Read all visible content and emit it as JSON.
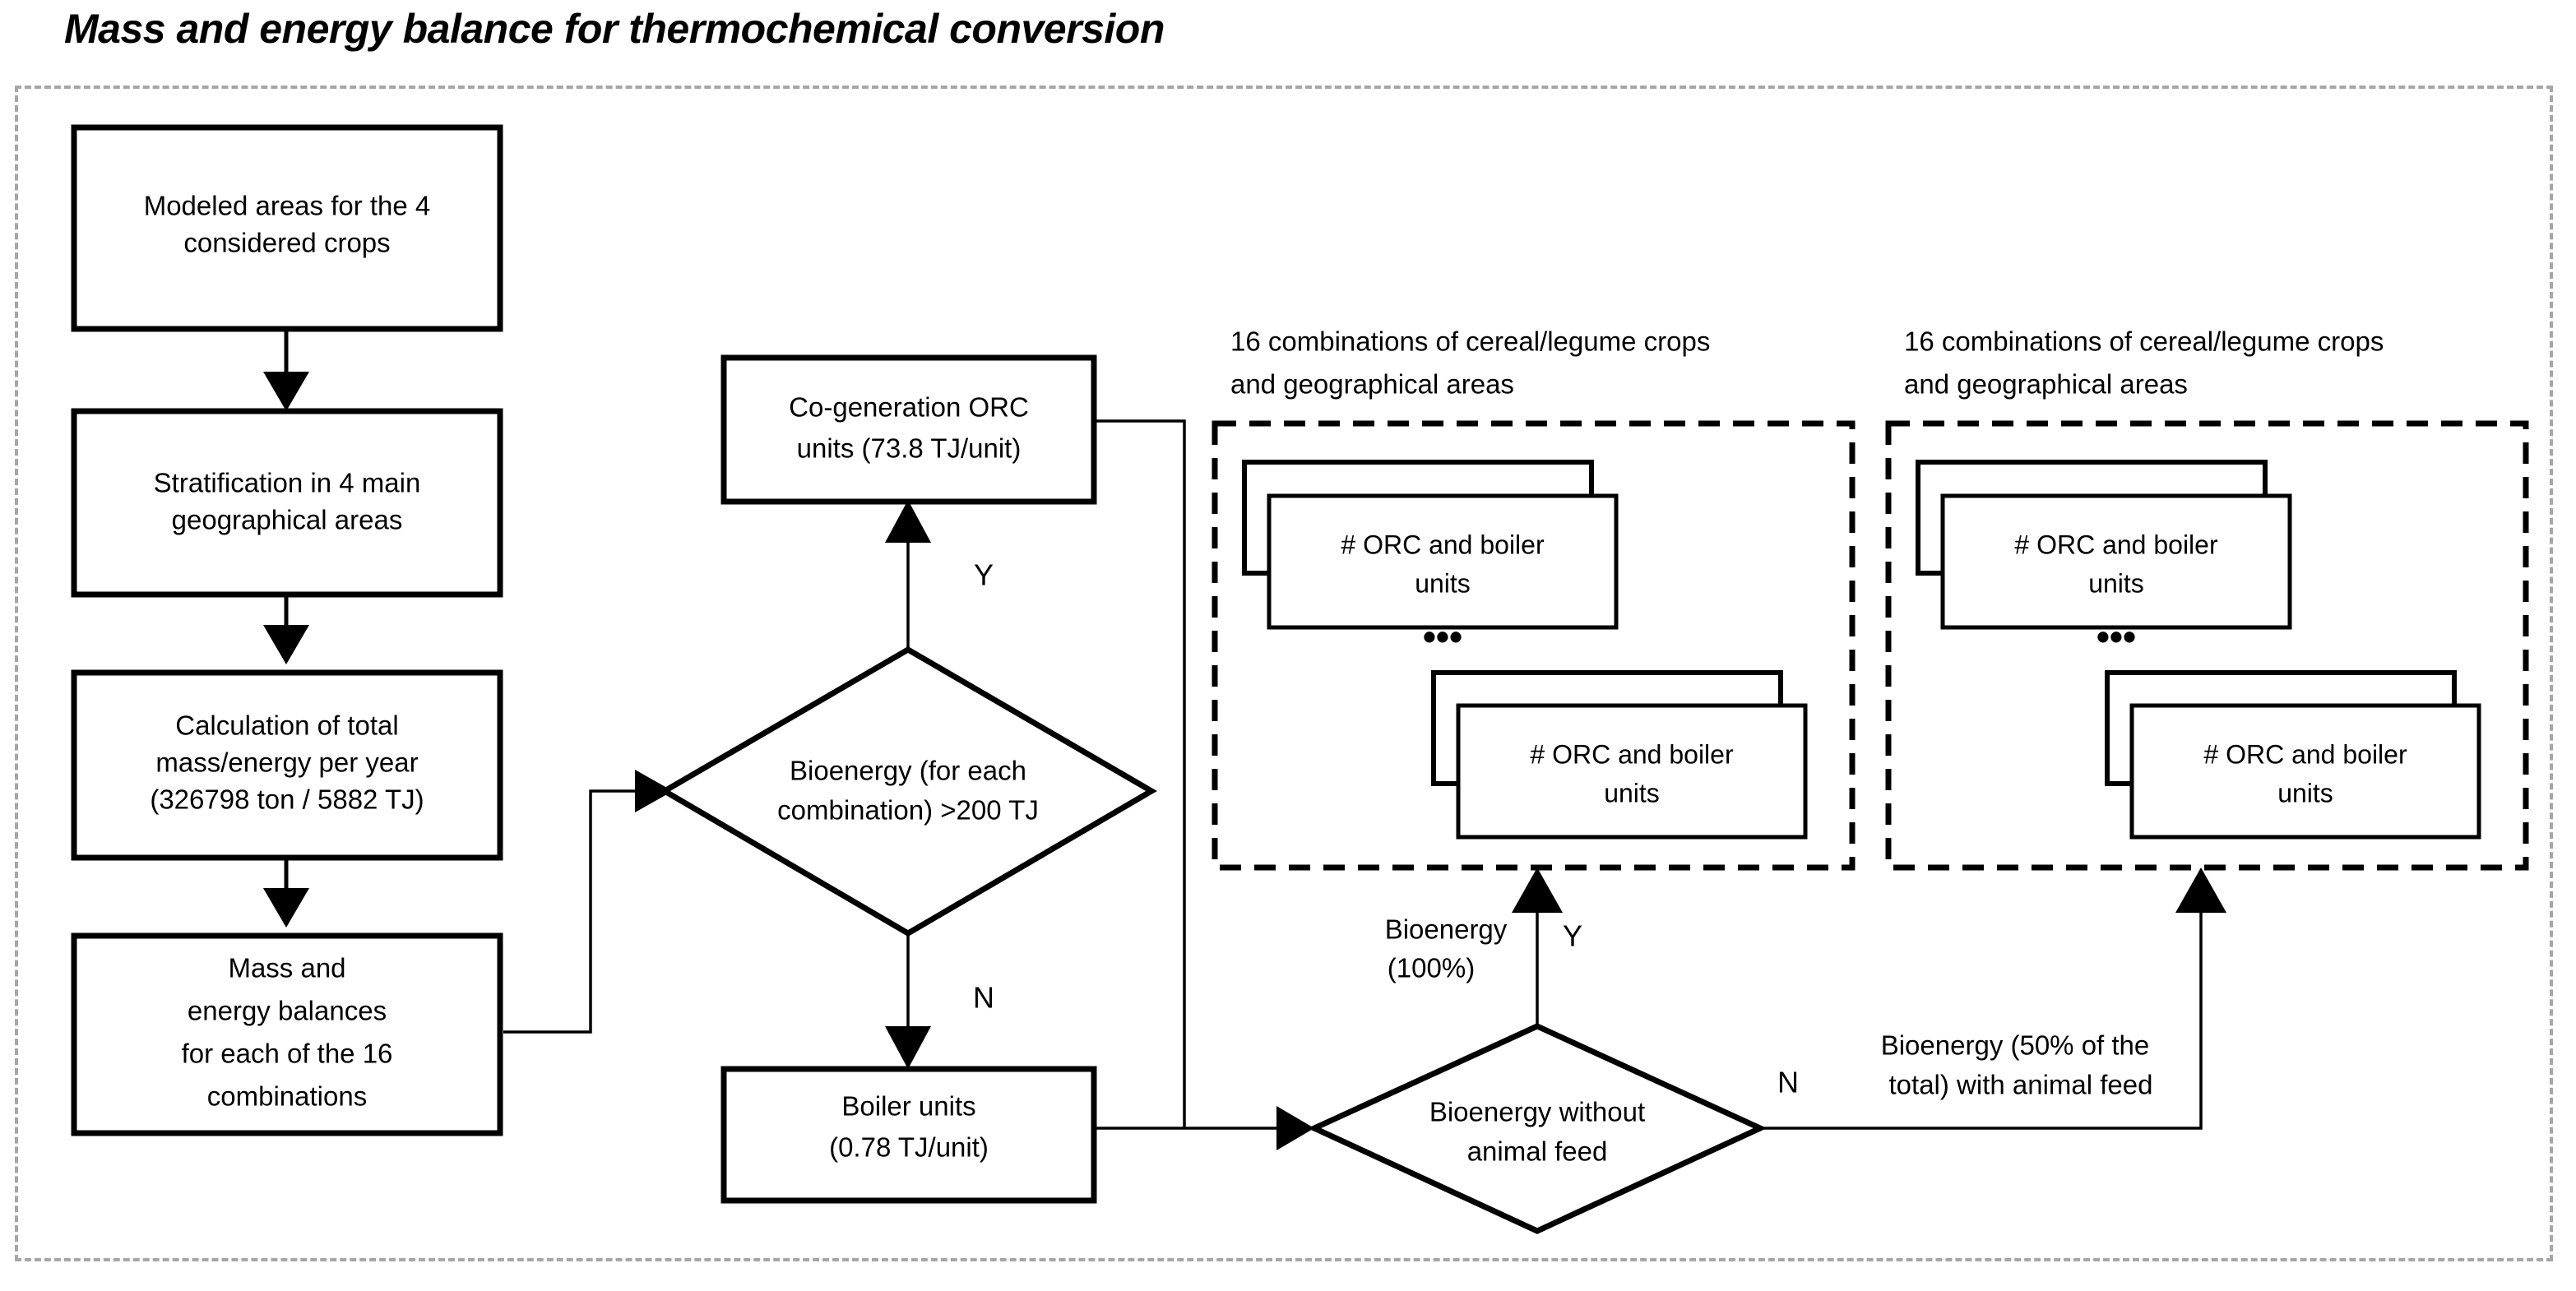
{
  "figure": {
    "title": "Mass and energy balance for thermochemical conversion",
    "frame_style": "dashed",
    "frame_color": "#a6a6a6",
    "background": "#ffffff",
    "line_color": "#000000"
  },
  "nodes": {
    "modeled_areas": {
      "line1": "Modeled areas for the 4",
      "line2": "considered crops"
    },
    "stratification": {
      "line1": "Stratification in 4 main",
      "line2": "geographical areas"
    },
    "calculation": {
      "line1": "Calculation of total",
      "line2": "mass/energy per year",
      "line3": "(326798 ton / 5882 TJ)"
    },
    "mass_energy_balances": {
      "line1": "Mass and",
      "line2": "energy balances",
      "line3": "for each of the 16",
      "line4": "combinations"
    },
    "cogeneration_orc": {
      "line1": "Co-generation ORC",
      "line2": "units (73.8 TJ/unit)"
    },
    "boiler_units": {
      "line1": "Boiler units",
      "line2": "(0.78 TJ/unit)"
    },
    "decision_bioenergy_threshold": {
      "line1": "Bioenergy (for each",
      "line2": "combination) >200 TJ"
    },
    "decision_animal_feed": {
      "line1": "Bioenergy without",
      "line2": "animal feed"
    }
  },
  "groups": {
    "left_group": {
      "caption_line1": "16 combinations of cereal/legume crops",
      "caption_line2": "and geographical areas",
      "stack_top": {
        "line1": "# ORC and boiler",
        "line2": "units"
      },
      "ellipsis": "•••",
      "stack_bottom": {
        "line1": "# ORC and boiler",
        "line2": "units"
      }
    },
    "right_group": {
      "caption_line1": "16 combinations of cereal/legume crops",
      "caption_line2": "and geographical areas",
      "stack_top": {
        "line1": "# ORC and boiler",
        "line2": "units"
      },
      "ellipsis": "•••",
      "stack_bottom": {
        "line1": "# ORC and boiler",
        "line2": "units"
      }
    }
  },
  "edge_labels": {
    "threshold_yes": "Y",
    "threshold_no": "N",
    "feed_yes": "Y",
    "feed_no": "N",
    "bioenergy_100_line1": "Bioenergy",
    "bioenergy_100_line2": "(100%)",
    "bioenergy_50_line1": "Bioenergy (50% of the",
    "bioenergy_50_line2": "total) with animal feed"
  }
}
